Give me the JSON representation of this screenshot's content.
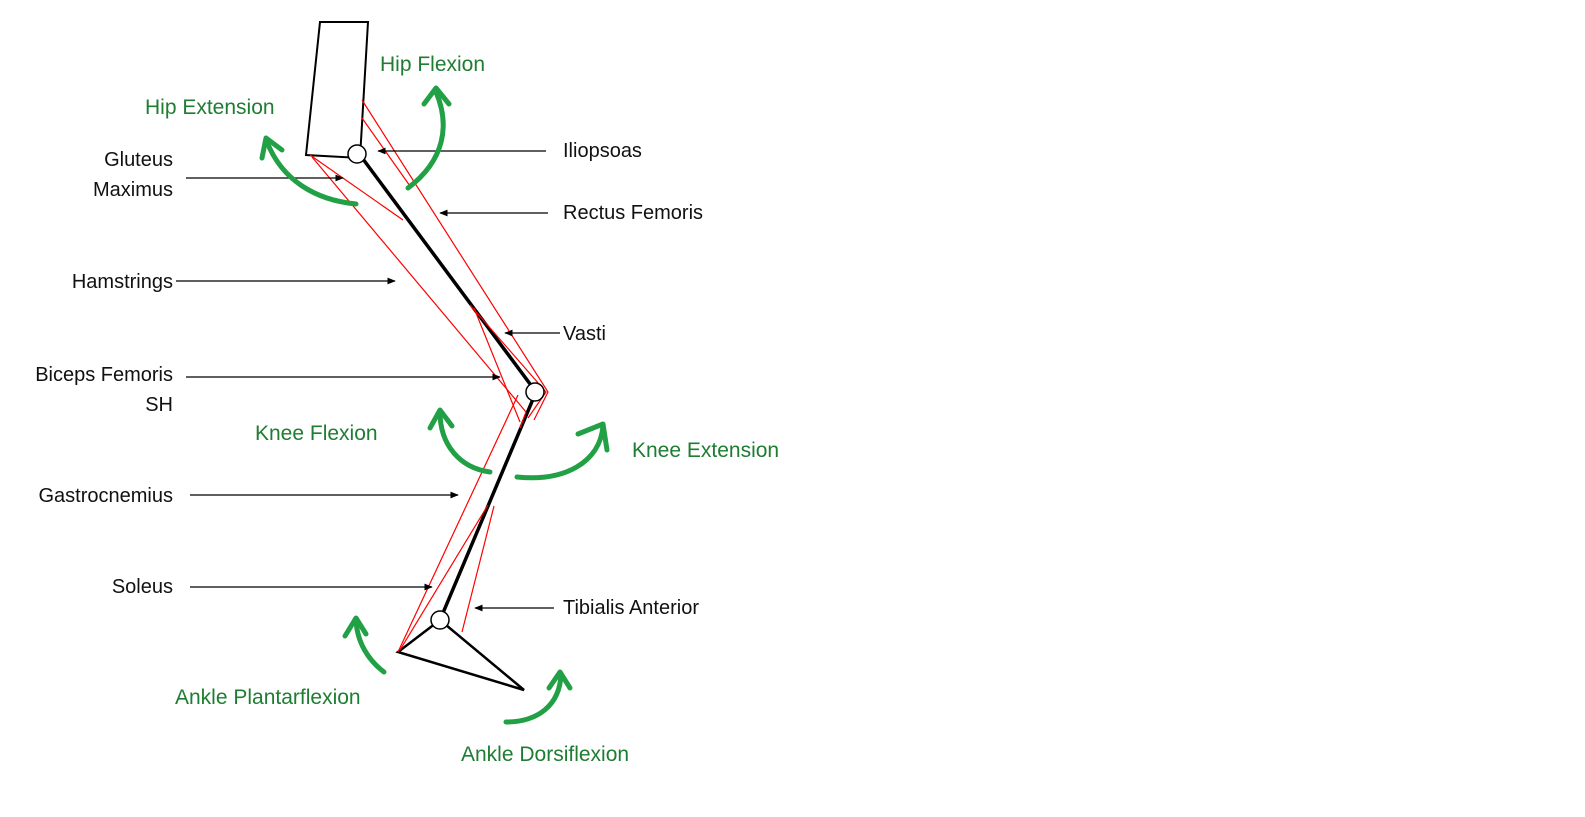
{
  "colors": {
    "bone": "#000000",
    "muscle": "#ff0000",
    "motion": "#22a045",
    "motion_label": "#1e7d32",
    "text": "#111111"
  },
  "muscles": {
    "gluteus_line1": "Gluteus",
    "gluteus_line2": "Maximus",
    "hamstrings": "Hamstrings",
    "biceps_line1": "Biceps Femoris",
    "biceps_line2": "SH",
    "gastrocnemius": "Gastrocnemius",
    "soleus": "Soleus",
    "iliopsoas": "Iliopsoas",
    "rectus_femoris": "Rectus Femoris",
    "vasti": "Vasti",
    "tibialis_anterior": "Tibialis Anterior"
  },
  "motions": {
    "hip_flexion": "Hip Flexion",
    "hip_extension": "Hip Extension",
    "knee_flexion": "Knee Flexion",
    "knee_extension": "Knee Extension",
    "ankle_plantarflexion": "Ankle Plantarflexion",
    "ankle_dorsiflexion": "Ankle Dorsiflexion"
  }
}
